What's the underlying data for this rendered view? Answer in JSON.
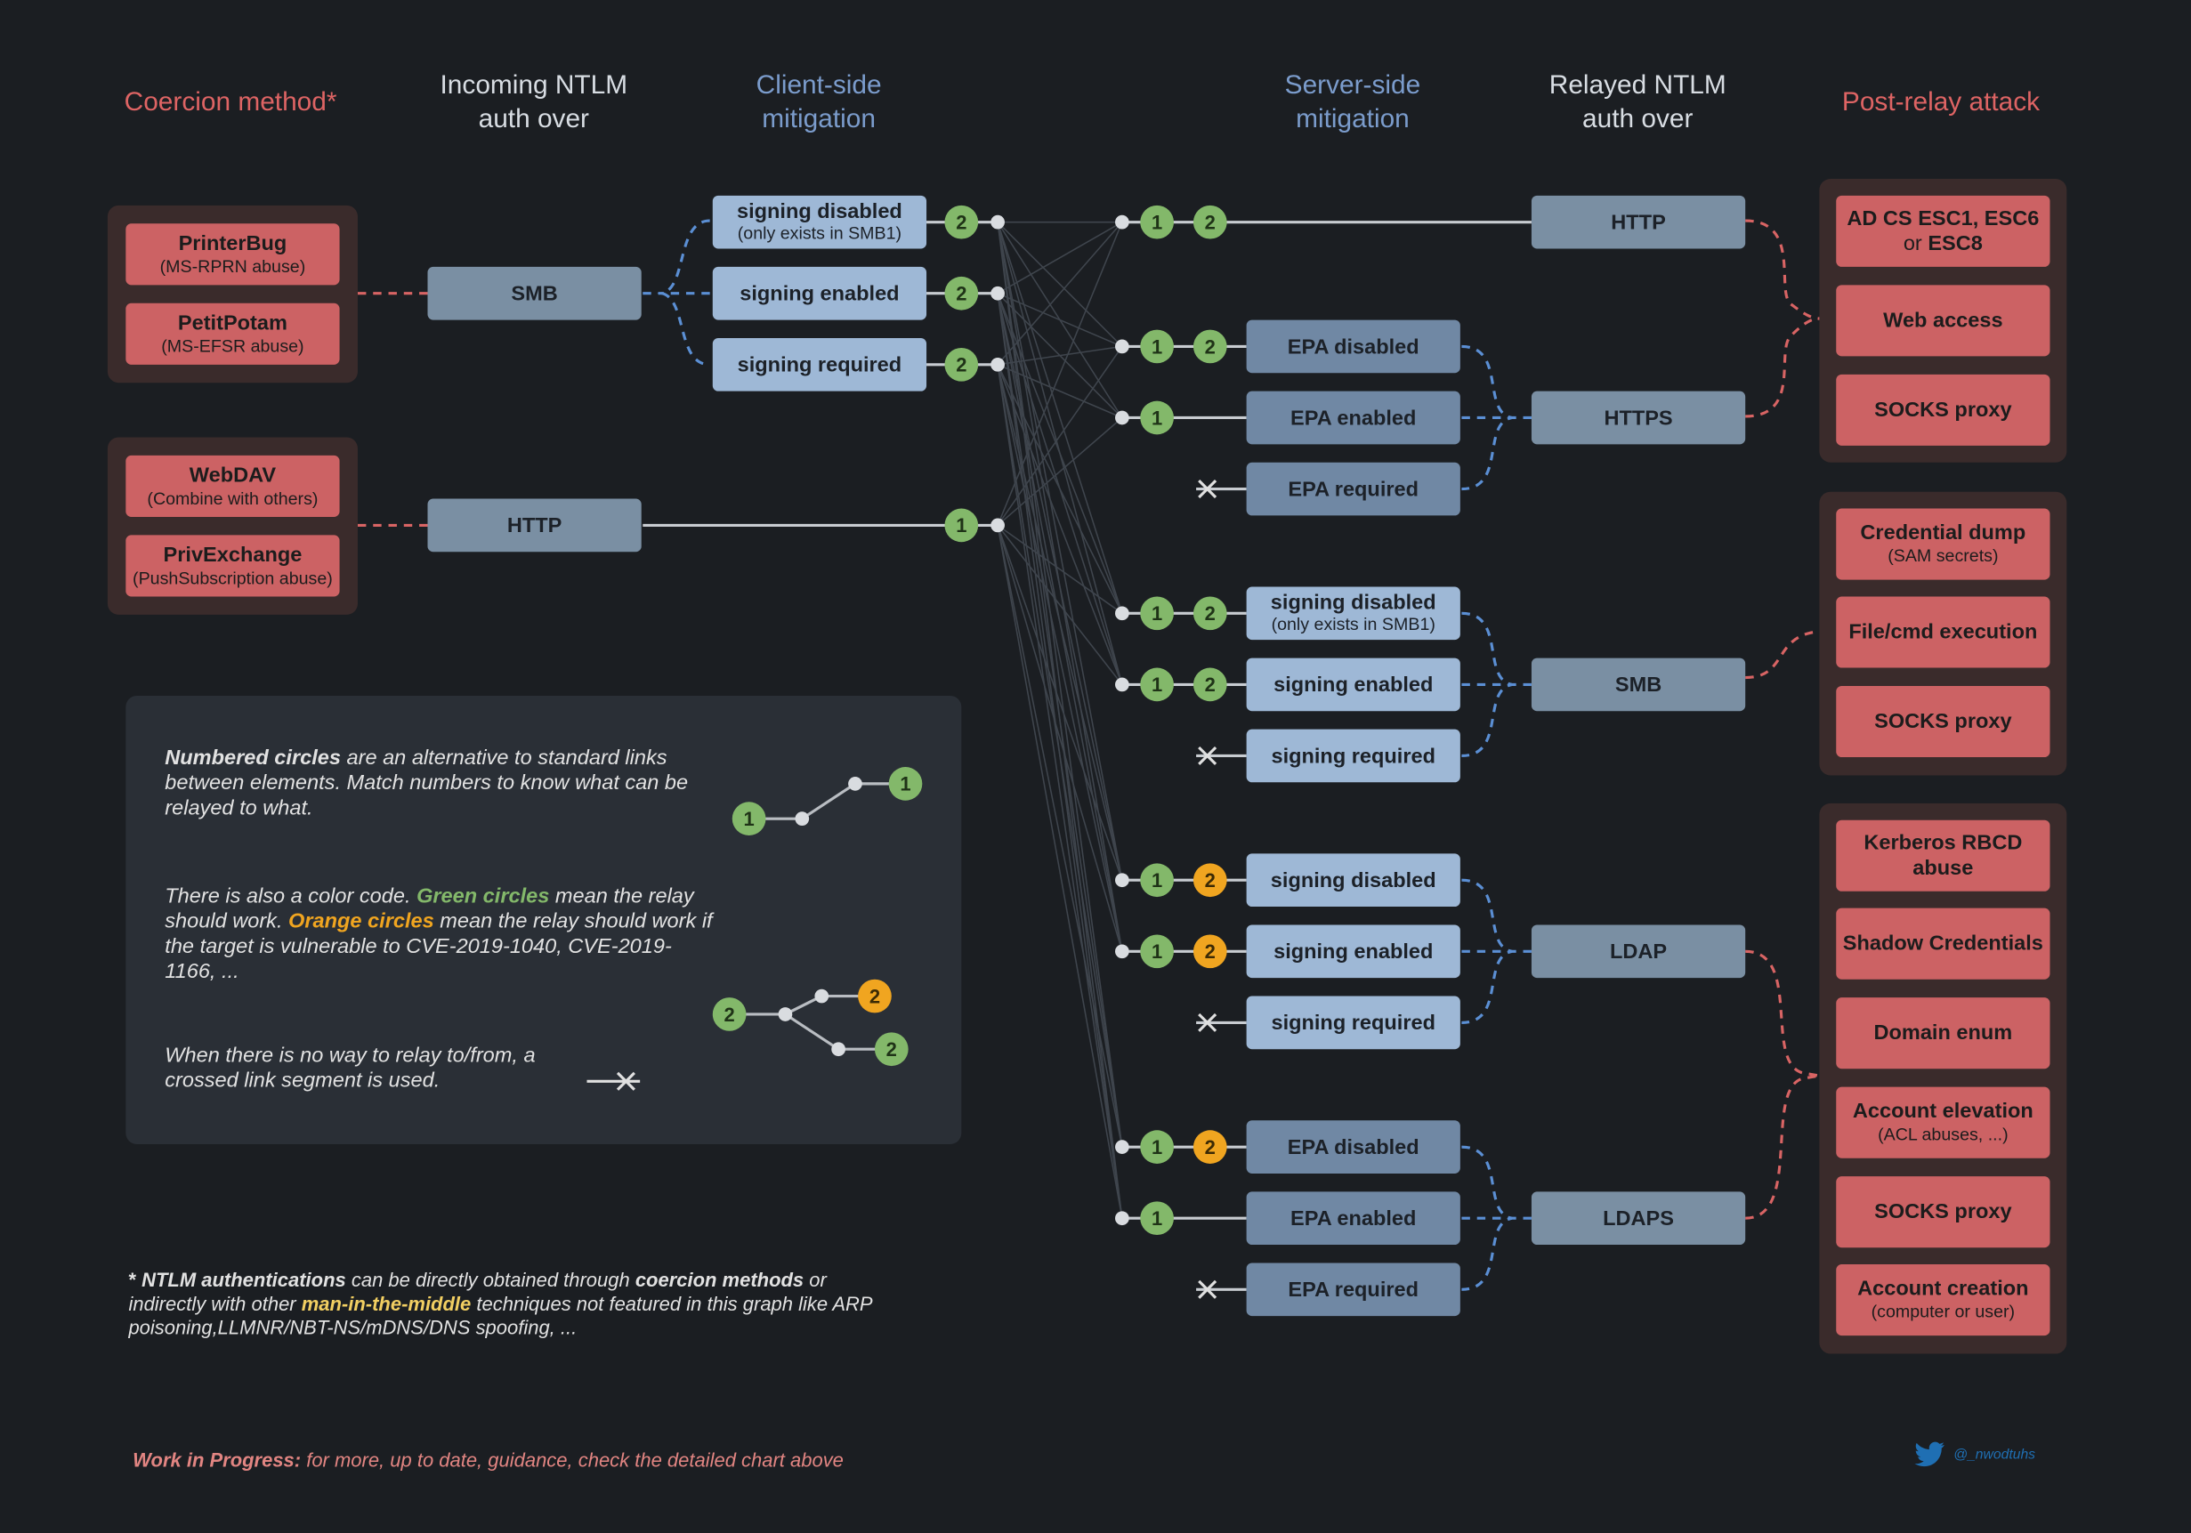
{
  "headers": {
    "coercion": "Coercion method*",
    "incoming": "Incoming NTLM\nauth over",
    "client": "Client-side\nmitigation",
    "server": "Server-side\nmitigation",
    "relayed": "Relayed NTLM\nauth over",
    "post": "Post-relay attack"
  },
  "coercion": {
    "printerbug": {
      "title": "PrinterBug",
      "sub": "(MS-RPRN abuse)"
    },
    "petitpotam": {
      "title": "PetitPotam",
      "sub": "(MS-EFSR abuse)"
    },
    "webdav": {
      "title": "WebDAV",
      "sub": "(Combine with others)"
    },
    "privexchange": {
      "title": "PrivExchange",
      "sub": "(PushSubscription abuse)"
    }
  },
  "incoming": {
    "smb": "SMB",
    "http": "HTTP"
  },
  "client": {
    "signing_disabled": "signing disabled",
    "signing_disabled_sub": "(only exists in SMB1)",
    "signing_enabled": "signing enabled",
    "signing_required": "signing required"
  },
  "server": {
    "http_epa_disabled": "EPA disabled",
    "http_epa_enabled": "EPA enabled",
    "http_epa_required": "EPA required",
    "smb_signing_disabled": "signing disabled",
    "smb_signing_disabled_sub": "(only exists in SMB1)",
    "smb_signing_enabled": "signing enabled",
    "smb_signing_required": "signing required",
    "ldap_signing_disabled": "signing disabled",
    "ldap_signing_enabled": "signing enabled",
    "ldap_signing_required": "signing required",
    "ldaps_epa_disabled": "EPA disabled",
    "ldaps_epa_enabled": "EPA enabled",
    "ldaps_epa_required": "EPA required"
  },
  "relayed": {
    "http": "HTTP",
    "https": "HTTPS",
    "smb": "SMB",
    "ldap": "LDAP",
    "ldaps": "LDAPS"
  },
  "post": {
    "web": {
      "adcs_1": "AD CS ESC1, ESC6",
      "adcs_or": "or",
      "adcs_2": "ESC8",
      "web_access": "Web access",
      "socks": "SOCKS proxy"
    },
    "smb": {
      "cred_dump": "Credential dump",
      "cred_dump_sub": "(SAM secrets)",
      "file_exec": "File/cmd execution",
      "socks": "SOCKS proxy"
    },
    "ldap": {
      "rbcd": "Kerberos RBCD abuse",
      "shadow": "Shadow Credentials",
      "enum": "Domain enum",
      "elevation": "Account elevation",
      "elevation_sub": "(ACL abuses, ...)",
      "socks": "SOCKS proxy",
      "creation": "Account creation",
      "creation_sub": "(computer or user)"
    }
  },
  "circles": {
    "one": "1",
    "two": "2"
  },
  "legend": {
    "p1_bold": "Numbered circles",
    "p1_rest": " are an alternative to standard links between elements. Match numbers to know what can be relayed to what.",
    "p2_a": "There is also a color code. ",
    "p2_green": "Green circles",
    "p2_b": " mean the relay should work. ",
    "p2_orange": "Orange circles",
    "p2_c": " mean the relay should work if the target is vulnerable to CVE-2019-1040, CVE-2019-1166, ...",
    "p3": "When there is no way to relay to/from, a crossed link segment is used."
  },
  "footnote": {
    "star": "* ",
    "bold1": "NTLM authentications",
    "t1": " can be directly obtained through ",
    "bold2": "coercion methods",
    "t2": " or indirectly with other ",
    "mitm": "man-in-the-middle",
    "t3": " techniques not featured in this graph like ARP poisoning,LLMNR/NBT-NS/mDNS/DNS spoofing, ..."
  },
  "wip": {
    "bold": "Work in Progress:",
    "rest": " for more, up to date, guidance, check the detailed chart above"
  },
  "twitter": {
    "handle": "@_nwodtuhs"
  },
  "colors": {
    "green": "#83b86a",
    "orange": "#f0a520",
    "red": "#cc6264",
    "blue_dash": "#5b8fd4"
  }
}
